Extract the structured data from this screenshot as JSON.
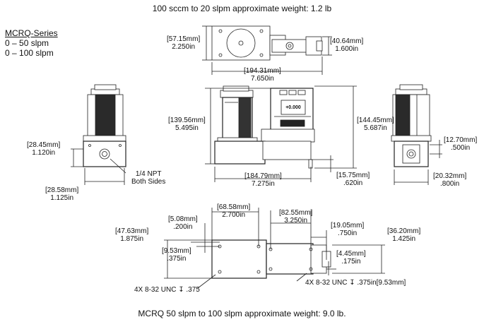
{
  "header_caption": "100 sccm to 20 slpm approximate weight: 1.2 lb",
  "footer_caption": "MCRQ 50 slpm to 100 slpm approximate weight: 9.0 lb.",
  "series": {
    "title": "MCRQ-Series",
    "ranges": [
      "0 – 50 slpm",
      "0 – 100 slpm"
    ]
  },
  "top_view": {
    "height_mm": "[57.15mm]",
    "height_in": "2.250in",
    "right_mm": "[40.64mm]",
    "right_in": "1.600in",
    "length_mm": "[194.31mm]",
    "length_in": "7.650in"
  },
  "front_view": {
    "height_left_mm": "[139.56mm]",
    "height_left_in": "5.495in",
    "height_right_mm": "[144.45mm]",
    "height_right_in": "5.687in",
    "base_mm": "[184.79mm]",
    "base_in": "7.275in",
    "fitting_mm": "[15.75mm]",
    "fitting_in": ".620in",
    "display_value": "+0.000"
  },
  "left_view": {
    "port_height_mm": "[28.45mm]",
    "port_height_in": "1.120in",
    "width_mm": "[28.58mm]",
    "width_in": "1.125in",
    "npt_line1": "1/4 NPT",
    "npt_line2": "Both Sides"
  },
  "right_view": {
    "offset_mm": "[12.70mm]",
    "offset_in": ".500in",
    "width_mm": "[20.32mm]",
    "width_in": ".800in"
  },
  "bottom_view": {
    "d1_mm": "[68.58mm]",
    "d1_in": "2.700in",
    "d2_mm": "[5.08mm]",
    "d2_in": ".200in",
    "d3_mm": "[47.63mm]",
    "d3_in": "1.875in",
    "d4_mm": "[9.53mm]",
    "d4_in": ".375in",
    "d5_mm": "[82.55mm]",
    "d5_in": "3.250in",
    "d6_mm": "[19.05mm]",
    "d6_in": ".750in",
    "d7_mm": "[36.20mm]",
    "d7_in": "1.425in",
    "d8_mm": "[4.45mm]",
    "d8_in": ".175in",
    "thread_left": "4X 8-32 UNC ↧ .375",
    "thread_right": "4X 8-32 UNC ↧ .375in[9.53mm]"
  }
}
